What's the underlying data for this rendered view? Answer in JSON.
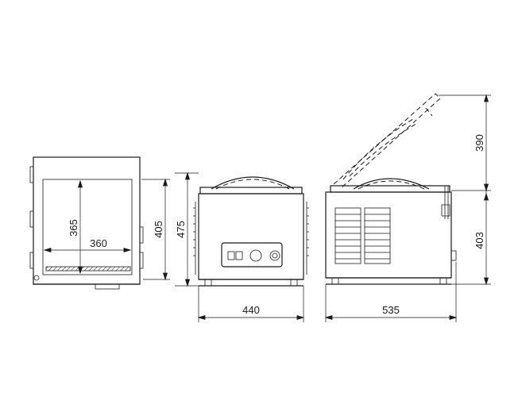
{
  "dimensions": {
    "front_inner_height": "365",
    "front_inner_width": "360",
    "front_total_height": "405",
    "side_total_height": "475",
    "side_width": "440",
    "back_width": "535",
    "back_lid_height": "390",
    "back_body_height": "403"
  },
  "colors": {
    "line": "#1a1a1a",
    "background": "#ffffff"
  }
}
